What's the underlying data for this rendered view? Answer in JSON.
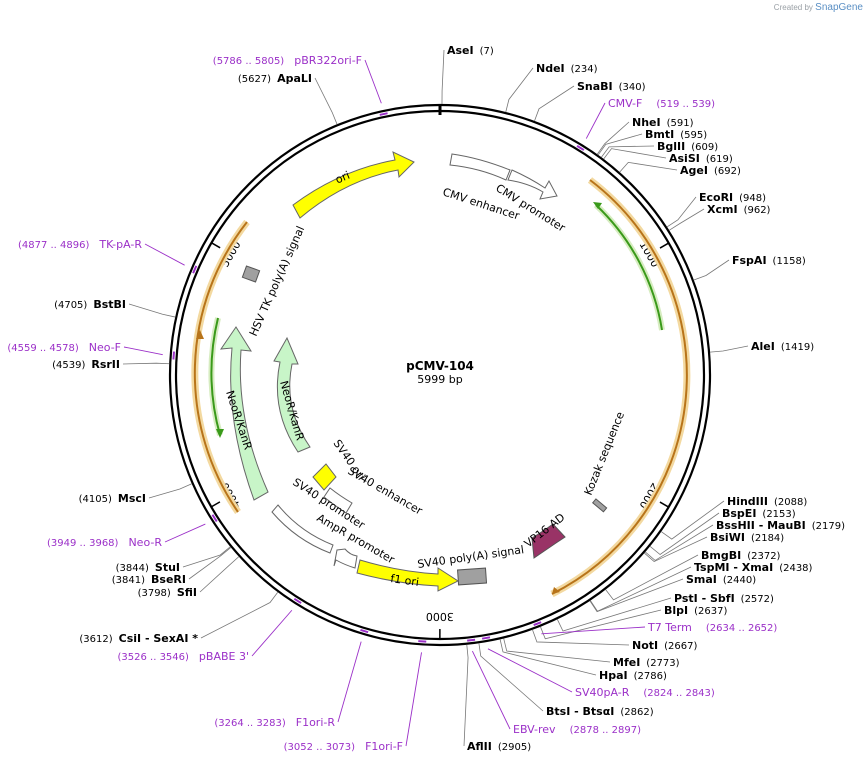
{
  "watermark": {
    "prefix": "Created by",
    "brand": "SnapGene"
  },
  "plasmid": {
    "name": "pCMV-104",
    "size": "5999 bp",
    "total_bp": 5999
  },
  "ticks": [
    {
      "bp": 1000,
      "label": "1000"
    },
    {
      "bp": 2000,
      "label": "2000"
    },
    {
      "bp": 3000,
      "label": "3000"
    },
    {
      "bp": 4000,
      "label": "4000"
    },
    {
      "bp": 5000,
      "label": "5000"
    }
  ],
  "enzymes": [
    {
      "name": "AseI",
      "pos": "(7)",
      "bp": 7
    },
    {
      "name": "NdeI",
      "pos": "(234)",
      "bp": 234
    },
    {
      "name": "SnaBI",
      "pos": "(340)",
      "bp": 340
    },
    {
      "name": "NheI",
      "pos": "(591)",
      "bp": 591
    },
    {
      "name": "BmtI",
      "pos": "(595)",
      "bp": 595
    },
    {
      "name": "BglII",
      "pos": "(609)",
      "bp": 609
    },
    {
      "name": "AsiSI",
      "pos": "(619)",
      "bp": 619
    },
    {
      "name": "AgeI",
      "pos": "(692)",
      "bp": 692
    },
    {
      "name": "EcoRI",
      "pos": "(948)",
      "bp": 948
    },
    {
      "name": "XcmI",
      "pos": "(962)",
      "bp": 962
    },
    {
      "name": "FspAI",
      "pos": "(1158)",
      "bp": 1158
    },
    {
      "name": "AleI",
      "pos": "(1419)",
      "bp": 1419
    },
    {
      "name": "HindIII",
      "pos": "(2088)",
      "bp": 2088
    },
    {
      "name": "BspEI",
      "pos": "(2153)",
      "bp": 2153
    },
    {
      "name": "BssHII",
      "name2": "MauBI",
      "pos": "(2179)",
      "bp": 2179
    },
    {
      "name": "BsiWI",
      "pos": "(2184)",
      "bp": 2184
    },
    {
      "name": "BmgBI",
      "pos": "(2372)",
      "bp": 2372
    },
    {
      "name": "TspMI",
      "name2": "XmaI",
      "pos": "(2438)",
      "bp": 2438
    },
    {
      "name": "SmaI",
      "pos": "(2440)",
      "bp": 2440
    },
    {
      "name": "PstI",
      "name2": "SbfI",
      "pos": "(2572)",
      "bp": 2572
    },
    {
      "name": "BlpI",
      "pos": "(2637)",
      "bp": 2637
    },
    {
      "name": "NotI",
      "pos": "(2667)",
      "bp": 2667
    },
    {
      "name": "MfeI",
      "pos": "(2773)",
      "bp": 2773
    },
    {
      "name": "HpaI",
      "pos": "(2786)",
      "bp": 2786
    },
    {
      "name": "BtsI",
      "name2": "BtsαI",
      "pos": "(2862)",
      "bp": 2862
    },
    {
      "name": "AflII",
      "pos": "(2905)",
      "bp": 2905
    },
    {
      "name": "CsiI",
      "name2": "SexAI *",
      "pos": "(3612)",
      "bp": 3612
    },
    {
      "name": "SfiI",
      "pos": "(3798)",
      "bp": 3798
    },
    {
      "name": "BseRI",
      "pos": "(3841)",
      "bp": 3841
    },
    {
      "name": "StuI",
      "pos": "(3844)",
      "bp": 3844
    },
    {
      "name": "MscI",
      "pos": "(4105)",
      "bp": 4105
    },
    {
      "name": "RsrII",
      "pos": "(4539)",
      "bp": 4539
    },
    {
      "name": "BstBI",
      "pos": "(4705)",
      "bp": 4705
    },
    {
      "name": "ApaLI",
      "pos": "(5627)",
      "bp": 5627
    }
  ],
  "primers": [
    {
      "name": "pBR322ori-F",
      "range": "(5786 .. 5805)",
      "bp": 5796
    },
    {
      "name": "CMV-F",
      "range": "(519 .. 539)",
      "bp": 529
    },
    {
      "name": "T7 Term",
      "range": "(2634 .. 2652)",
      "bp": 2643
    },
    {
      "name": "SV40pA-R",
      "range": "(2824 .. 2843)",
      "bp": 2834
    },
    {
      "name": "EBV-rev",
      "range": "(2878 .. 2897)",
      "bp": 2888
    },
    {
      "name": "F1ori-F",
      "range": "(3052 .. 3073)",
      "bp": 3063
    },
    {
      "name": "F1ori-R",
      "range": "(3264 .. 3283)",
      "bp": 3274
    },
    {
      "name": "pBABE 3'",
      "range": "(3526 .. 3546)",
      "bp": 3536
    },
    {
      "name": "Neo-R",
      "range": "(3949 .. 3968)",
      "bp": 3959
    },
    {
      "name": "Neo-F",
      "range": "(4559 .. 4578)",
      "bp": 4569
    },
    {
      "name": "TK-pA-R",
      "range": "(4877 .. 4896)",
      "bp": 4887
    }
  ],
  "features": [
    {
      "name": "ori",
      "color": "#ffff00"
    },
    {
      "name": "CMV enhancer",
      "color": "#ffffff"
    },
    {
      "name": "CMV promoter",
      "color": "#ffffff"
    },
    {
      "name": "HSV TK poly(A) signal",
      "color": "#a0a0a0"
    },
    {
      "name": "NeoR/KanR",
      "color": "#c8f5c8"
    },
    {
      "name": "NeoR/KanR",
      "color": "#c8f5c8"
    },
    {
      "name": "SV40 ori",
      "color": "#ffff00"
    },
    {
      "name": "SV40 enhancer",
      "color": "#ffffff"
    },
    {
      "name": "SV40 promoter",
      "color": "#ffffff"
    },
    {
      "name": "AmpR promoter",
      "color": "#ffffff"
    },
    {
      "name": "f1 ori",
      "color": "#ffff00"
    },
    {
      "name": "SV40 poly(A) signal",
      "color": "#a0a0a0"
    },
    {
      "name": "VP16 AD",
      "color": "#993366"
    },
    {
      "name": "Kozak sequence",
      "color": "#a0a0a0"
    }
  ],
  "colors": {
    "primer": "#9b30c8",
    "orf": "#e8a33c",
    "green_orf": "#3a9a1a"
  }
}
